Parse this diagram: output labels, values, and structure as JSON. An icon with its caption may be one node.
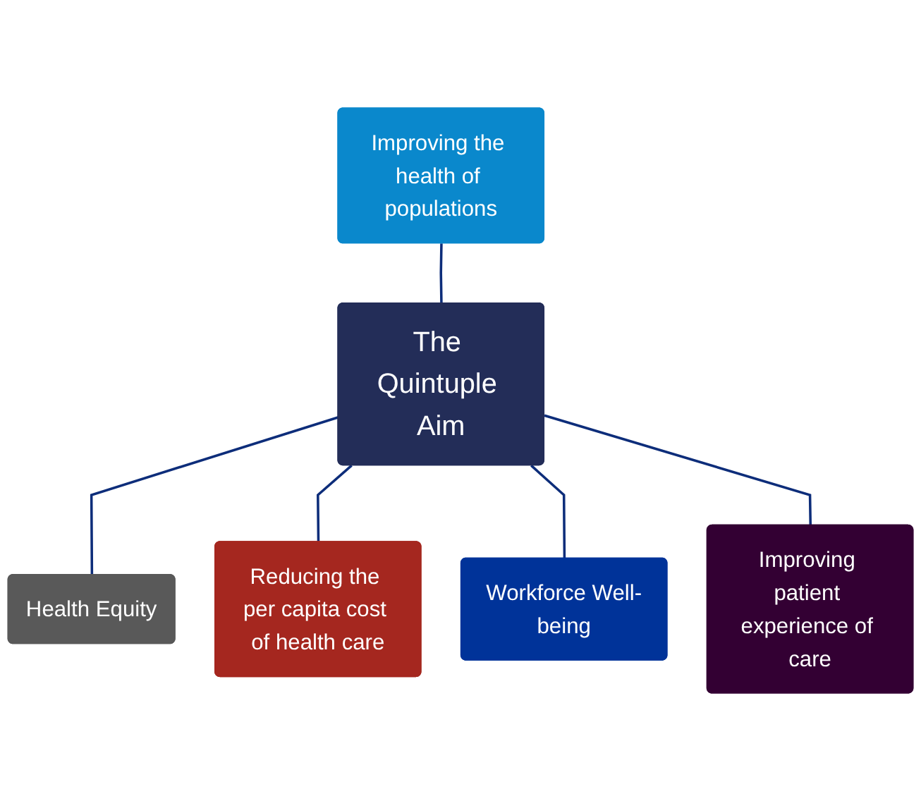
{
  "diagram": {
    "nodes": [
      {
        "text": [
          "Improving the health of populations"
        ]
      },
      {
        "text": [
          "Health Equity"
        ]
      },
      {
        "text": [
          "Reducing the per capita cost of health care"
        ]
      },
      {
        "text": [
          "The Quintuple Aim"
        ]
      },
      {
        "text": [
          "Workforce Well-being"
        ]
      },
      {
        "text": [
          "Improving patient experience of care"
        ]
      }
    ],
    "edges": [
      {
        "from": 0,
        "to": 3,
        "arrow": "none"
      },
      {
        "from": 3,
        "to": 1,
        "arrow": "none"
      },
      {
        "from": 3,
        "to": 2,
        "arrow": "none"
      },
      {
        "from": 3,
        "to": 4,
        "arrow": "none"
      },
      {
        "from": 3,
        "to": 5,
        "arrow": "none"
      }
    ]
  }
}
